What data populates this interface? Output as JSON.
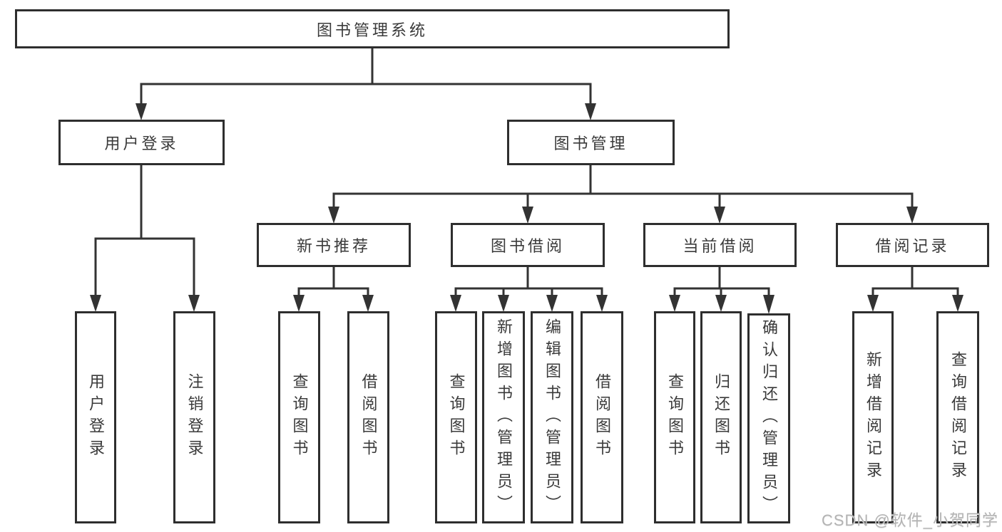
{
  "diagram": {
    "root": {
      "label": "图书管理系统"
    },
    "branches": {
      "user_login": {
        "label": "用户登录",
        "children": [
          "用户登录",
          "注销登录"
        ]
      },
      "book_mgmt": {
        "label": "图书管理",
        "children": {
          "new_books": {
            "label": "新书推荐",
            "children": [
              "查询图书",
              "借阅图书"
            ]
          },
          "borrowing": {
            "label": "图书借阅",
            "children": [
              "查询图书",
              "新增图书（管理员）",
              "编辑图书（管理员）",
              "借阅图书"
            ]
          },
          "current": {
            "label": "当前借阅",
            "children": [
              "查询图书",
              "归还图书",
              "确认归还（管理员）"
            ]
          },
          "records": {
            "label": "借阅记录",
            "children": [
              "新增借阅记录",
              "查询借阅记录"
            ]
          }
        }
      }
    }
  },
  "watermark": {
    "text": "CSDN @软件_小贺同学"
  },
  "colors": {
    "line": "#333333",
    "box_border": "#2e2e2e",
    "text": "#3a3a3a",
    "watermark": "#b3b3b3",
    "background": "#ffffff"
  }
}
